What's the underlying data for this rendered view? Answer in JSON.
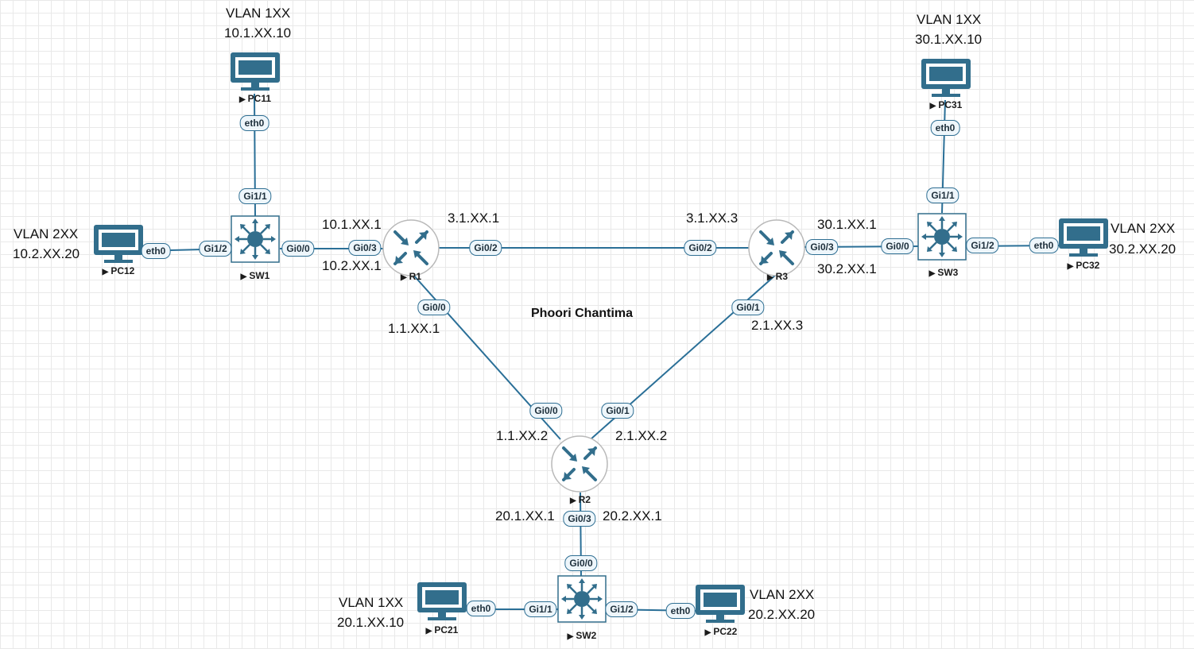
{
  "diagram": {
    "title": "Phoori Chantima",
    "devices": {
      "R1": "R1",
      "R2": "R2",
      "R3": "R3",
      "SW1": "SW1",
      "SW2": "SW2",
      "SW3": "SW3",
      "PC11": "PC11",
      "PC12": "PC12",
      "PC21": "PC21",
      "PC22": "PC22",
      "PC31": "PC31",
      "PC32": "PC32"
    },
    "interfaces": {
      "pc11_eth0": "eth0",
      "sw1_gi11": "Gi1/1",
      "pc12_eth0": "eth0",
      "sw1_gi12": "Gi1/2",
      "sw1_gi00": "Gi0/0",
      "r1_gi03": "Gi0/3",
      "r1_gi02": "Gi0/2",
      "r3_gi02": "Gi0/2",
      "r3_gi03": "Gi0/3",
      "sw3_gi00": "Gi0/0",
      "sw3_gi11": "Gi1/1",
      "pc31_eth0": "eth0",
      "sw3_gi12": "Gi1/2",
      "pc32_eth0": "eth0",
      "r1_gi00": "Gi0/0",
      "r2_gi00": "Gi0/0",
      "r3_gi01": "Gi0/1",
      "r2_gi01": "Gi0/1",
      "r2_gi03": "Gi0/3",
      "sw2_gi00": "Gi0/0",
      "sw2_gi11": "Gi1/1",
      "pc21_eth0": "eth0",
      "sw2_gi12": "Gi1/2",
      "pc22_eth0": "eth0"
    },
    "labels": {
      "pc11_vlan": "VLAN 1XX",
      "pc11_ip": "10.1.XX.10",
      "pc12_vlan": "VLAN 2XX",
      "pc12_ip": "10.2.XX.20",
      "pc31_vlan": "VLAN 1XX",
      "pc31_ip": "30.1.XX.10",
      "pc32_vlan": "VLAN 2XX",
      "pc32_ip": "30.2.XX.20",
      "pc21_vlan": "VLAN 1XX",
      "pc21_ip": "20.1.XX.10",
      "pc22_vlan": "VLAN 2XX",
      "pc22_ip": "20.2.XX.20",
      "r1_sub1": "10.1.XX.1",
      "r1_sub2": "10.2.XX.1",
      "r1_r3_ip": "3.1.XX.1",
      "r3_r1_ip": "3.1.XX.3",
      "r3_sub1": "30.1.XX.1",
      "r3_sub2": "30.2.XX.1",
      "r1_r2_ip": "1.1.XX.1",
      "r2_r1_ip": "1.1.XX.2",
      "r3_r2_ip": "2.1.XX.3",
      "r2_r3_ip": "2.1.XX.2",
      "r2_sub1": "20.1.XX.1",
      "r2_sub2": "20.2.XX.1"
    },
    "colors": {
      "link": "#2a6f97",
      "device": "#326e8c",
      "device_fill": "#ffffff",
      "pill_border": "#2f6f93",
      "pill_fill": "#eef6fb"
    }
  }
}
